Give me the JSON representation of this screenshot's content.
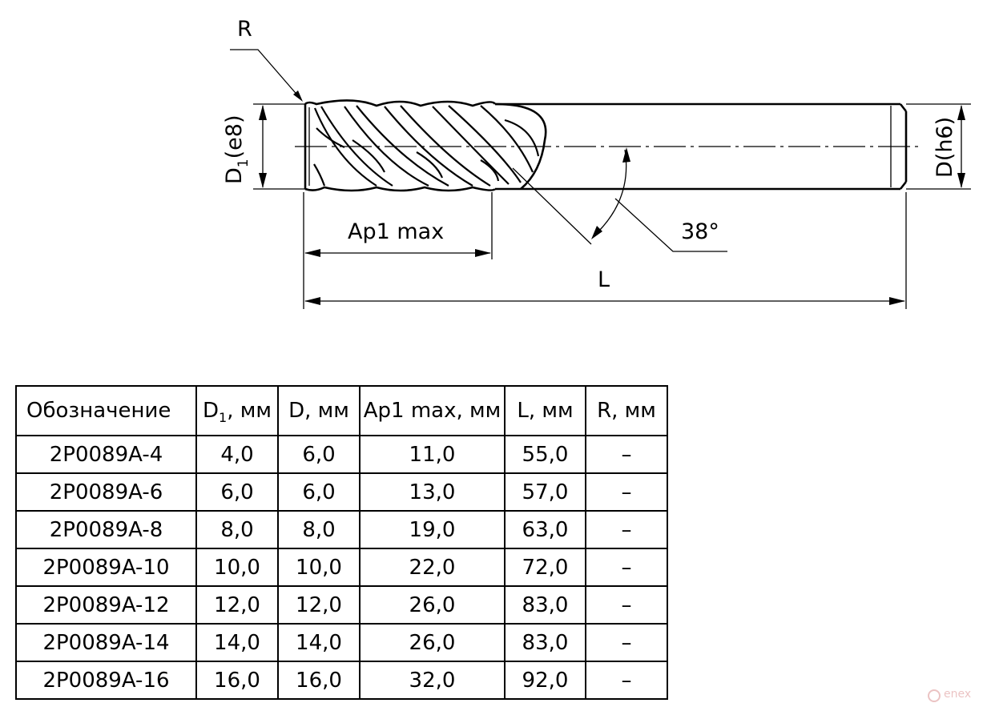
{
  "drawing": {
    "labels": {
      "r": "R",
      "d1_prefix": "D",
      "d1_sub": "1",
      "d1_suffix": "(e8)",
      "d_h6": "D(h6)",
      "ap1_max": "Ap1 max",
      "angle": "38°",
      "l_leader": "L",
      "l_dim": "L"
    }
  },
  "table": {
    "headers": [
      {
        "main": "Обозначение",
        "sub": "",
        "unit": ""
      },
      {
        "main": "D",
        "sub": "1",
        "unit": ", мм"
      },
      {
        "main": "D, мм",
        "sub": "",
        "unit": ""
      },
      {
        "main": "Ap1 max, мм",
        "sub": "",
        "unit": ""
      },
      {
        "main": "L, мм",
        "sub": "",
        "unit": ""
      },
      {
        "main": "R, мм",
        "sub": "",
        "unit": ""
      }
    ],
    "rows": [
      [
        "2P0089A-4",
        "4,0",
        "6,0",
        "11,0",
        "55,0",
        "–"
      ],
      [
        "2P0089A-6",
        "6,0",
        "6,0",
        "13,0",
        "57,0",
        "–"
      ],
      [
        "2P0089A-8",
        "8,0",
        "8,0",
        "19,0",
        "63,0",
        "–"
      ],
      [
        "2P0089A-10",
        "10,0",
        "10,0",
        "22,0",
        "72,0",
        "–"
      ],
      [
        "2P0089A-12",
        "12,0",
        "12,0",
        "26,0",
        "83,0",
        "–"
      ],
      [
        "2P0089A-14",
        "14,0",
        "14,0",
        "26,0",
        "83,0",
        "–"
      ],
      [
        "2P0089A-16",
        "16,0",
        "16,0",
        "32,0",
        "92,0",
        "–"
      ]
    ]
  },
  "watermark": {
    "text": "enex",
    "icon": "circle-logo-icon"
  }
}
